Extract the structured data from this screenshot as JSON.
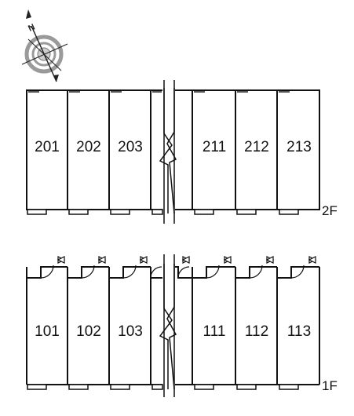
{
  "compass": {
    "north_letter": "N"
  },
  "floors": [
    {
      "label": "2F",
      "rooms": [
        "201",
        "202",
        "203",
        "211",
        "212",
        "213"
      ]
    },
    {
      "label": "1F",
      "rooms": [
        "101",
        "102",
        "103",
        "111",
        "112",
        "113"
      ]
    }
  ],
  "colors": {
    "line": "#111111",
    "compass_ring": "#9a9a9a"
  }
}
